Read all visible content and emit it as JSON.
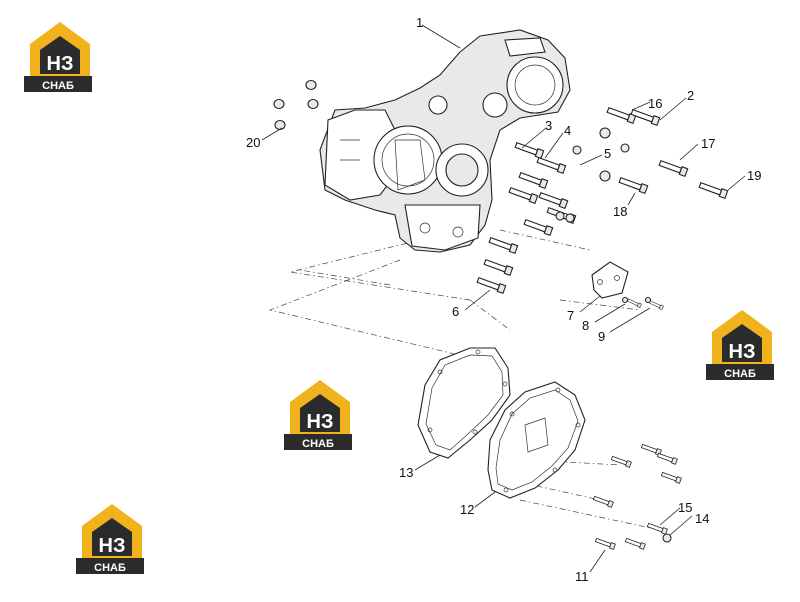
{
  "logo": {
    "mark": "НЗ",
    "caption": "СНАБ",
    "colors": {
      "accent": "#f2b21b",
      "dark": "#2b2b2b"
    }
  },
  "callouts": [
    "1",
    "2",
    "3",
    "4",
    "5",
    "6",
    "7",
    "8",
    "9",
    "11",
    "12",
    "13",
    "14",
    "15",
    "16",
    "17",
    "18",
    "19",
    "20"
  ]
}
